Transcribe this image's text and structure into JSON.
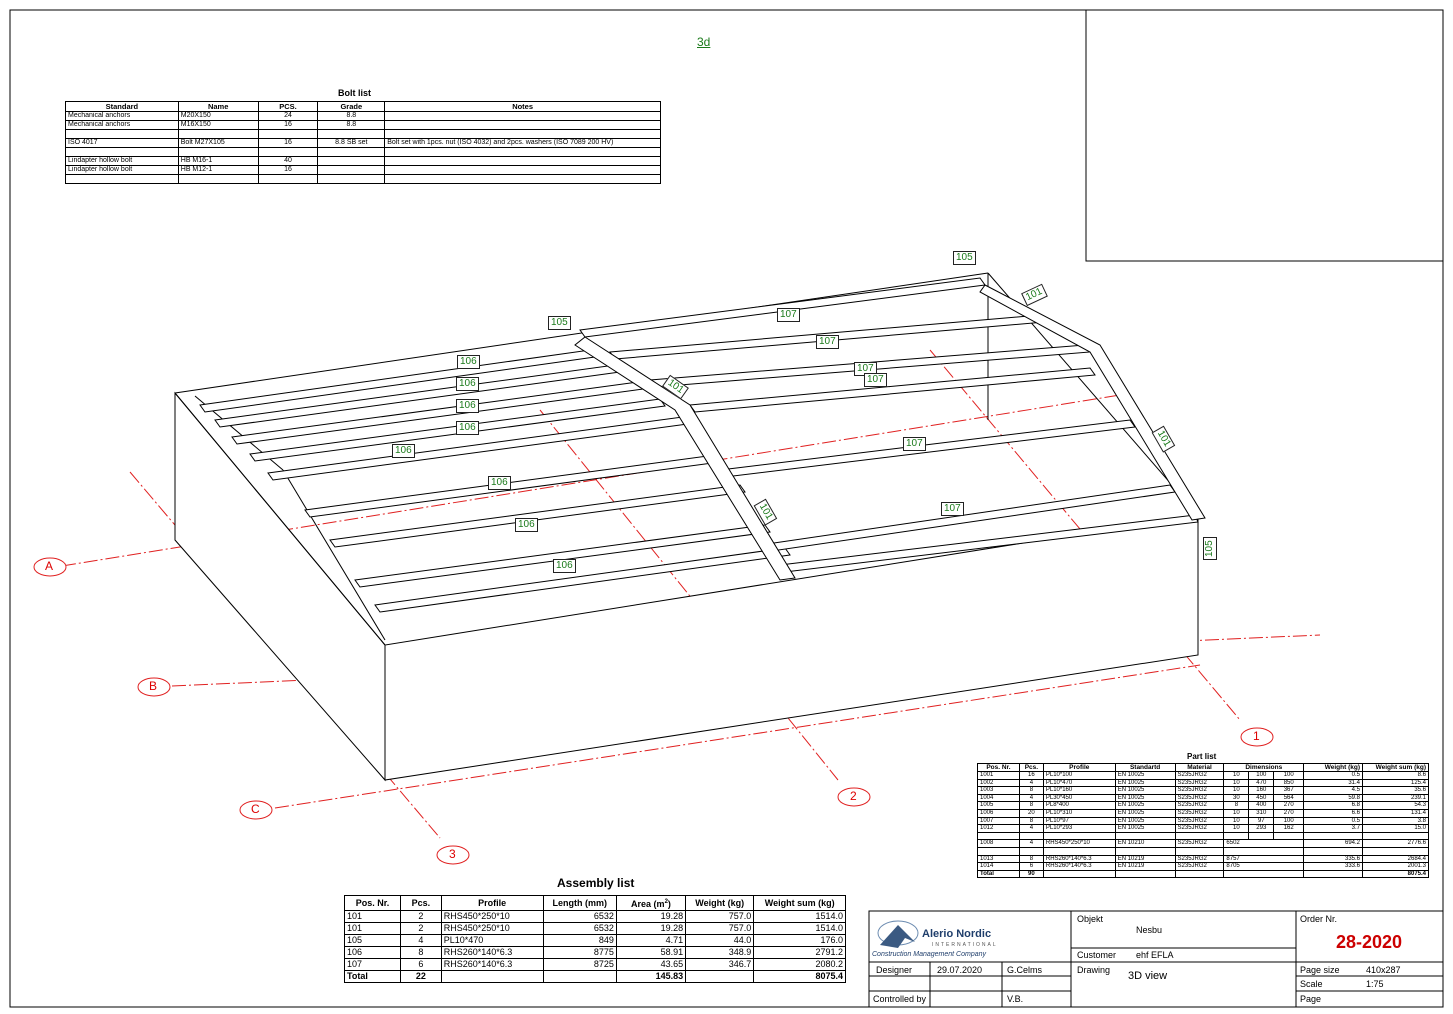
{
  "view_label": "3d",
  "bolt_list": {
    "title": "Bolt list",
    "headers": [
      "Standard",
      "Name",
      "PCS.",
      "Grade",
      "Notes"
    ],
    "rows": [
      [
        "Mechanical anchors",
        "M20X150",
        "24",
        "8.8",
        ""
      ],
      [
        "Mechanical anchors",
        "M16X150",
        "16",
        "8.8",
        ""
      ],
      [
        "",
        "",
        "",
        "",
        ""
      ],
      [
        "ISO 4017",
        "Bolt M27X105",
        "16",
        "8.8 SB set",
        "Bolt set with 1pcs. nut (ISO 4032) and 2pcs. washers (ISO 7089   200 HV)"
      ],
      [
        "",
        "",
        "",
        "",
        ""
      ],
      [
        "Lindapter hollow bolt",
        "HB M16-1",
        "40",
        "",
        ""
      ],
      [
        "Lindapter hollow bolt",
        "HB M12-1",
        "16",
        "",
        ""
      ],
      [
        "",
        "",
        "",
        "",
        ""
      ]
    ]
  },
  "part_list": {
    "title": "Part list",
    "headers": [
      "Pos. Nr.",
      "Pcs.",
      "Profile",
      "Standartd",
      "Material",
      "Dimensions",
      "Weight (kg)",
      "Weight sum (kg)"
    ],
    "rows": [
      [
        "1001",
        "16",
        "PL10*100",
        "EN 10025",
        "S235JRG2",
        "10",
        "100",
        "100",
        "0.5",
        "8.6"
      ],
      [
        "1002",
        "4",
        "PL10*470",
        "EN 10025",
        "S235JRG2",
        "10",
        "470",
        "850",
        "31.4",
        "125.4"
      ],
      [
        "1003",
        "8",
        "PL10*160",
        "EN 10025",
        "S235JRG2",
        "10",
        "160",
        "367",
        "4.5",
        "35.6"
      ],
      [
        "1004",
        "4",
        "PL30*450",
        "EN 10025",
        "S235JRG2",
        "30",
        "450",
        "564",
        "59.8",
        "239.1"
      ],
      [
        "1005",
        "8",
        "PL8*400",
        "EN 10025",
        "S235JRG2",
        "8",
        "400",
        "270",
        "6.8",
        "54.3"
      ],
      [
        "1006",
        "20",
        "PL10*310",
        "EN 10025",
        "S235JRG2",
        "10",
        "310",
        "270",
        "6.6",
        "131.4"
      ],
      [
        "1007",
        "8",
        "PL10*97",
        "EN 10025",
        "S235JRG2",
        "10",
        "97",
        "100",
        "0.5",
        "3.8"
      ],
      [
        "1012",
        "4",
        "PL10*293",
        "EN 10025",
        "S235JRG2",
        "10",
        "293",
        "162",
        "3.7",
        "15.0"
      ],
      [
        "",
        "",
        "",
        "",
        "",
        "",
        "",
        "",
        "",
        ""
      ],
      [
        "1008",
        "4",
        "RHS450*250*10",
        "EN 10210",
        "S235JRG2",
        "6502",
        "",
        "",
        "694.2",
        "2776.6"
      ],
      [
        "",
        "",
        "",
        "",
        "",
        "",
        "",
        "",
        "",
        ""
      ],
      [
        "1013",
        "8",
        "RHS260*140*6.3",
        "EN 10219",
        "S235JRG2",
        "8757",
        "",
        "",
        "335.6",
        "2684.4"
      ],
      [
        "1014",
        "6",
        "RHS260*140*6.3",
        "EN 10219",
        "S235JRG2",
        "8705",
        "",
        "",
        "333.6",
        "2001.3"
      ]
    ],
    "total_label": "Total",
    "total_pcs": "90",
    "total_weight": "8075.4"
  },
  "assembly_list": {
    "title": "Assembly list",
    "headers": [
      "Pos. Nr.",
      "Pcs.",
      "Profile",
      "Length (mm)",
      "Area (m",
      "Weight (kg)",
      "Weight sum (kg)"
    ],
    "area_sup": "2",
    "area_close": ")",
    "rows": [
      [
        "101",
        "2",
        "RHS450*250*10",
        "6532",
        "19.28",
        "757.0",
        "1514.0"
      ],
      [
        "101",
        "2",
        "RHS450*250*10",
        "6532",
        "19.28",
        "757.0",
        "1514.0"
      ],
      [
        "105",
        "4",
        "PL10*470",
        "849",
        "4.71",
        "44.0",
        "176.0"
      ],
      [
        "106",
        "8",
        "RHS260*140*6.3",
        "8775",
        "58.91",
        "348.9",
        "2791.2"
      ],
      [
        "107",
        "6",
        "RHS260*140*6.3",
        "8725",
        "43.65",
        "346.7",
        "2080.2"
      ]
    ],
    "total_label": "Total",
    "total_pcs": "22",
    "total_area": "145.83",
    "total_weight": "8075.4"
  },
  "title_block": {
    "company": "Alerio Nordic",
    "company_sub": "INTERNATIONAL",
    "company_tagline": "Construction Management Company",
    "objekt_label": "Objekt",
    "objekt_value": "Nesbu",
    "customer_label": "Customer",
    "customer_value": "ehf EFLA",
    "drawing_label": "Drawing",
    "drawing_value": "3D view",
    "designer_label": "Designer",
    "designer_date": "29.07.2020",
    "designer_name": "G.Celms",
    "controlled_label": "Controlled by",
    "controlled_name": "V.B.",
    "order_label": "Order Nr.",
    "order_value": "28-2020",
    "page_size_label": "Page size",
    "page_size_value": "410x287",
    "scale_label": "Scale",
    "scale_value": "1:75",
    "page_label": "Page",
    "page_value": ""
  },
  "axes": [
    "A",
    "B",
    "C",
    "1",
    "2",
    "3"
  ],
  "part_tags": [
    "105",
    "105",
    "105",
    "101",
    "101",
    "101",
    "101",
    "106",
    "106",
    "106",
    "106",
    "106",
    "106",
    "106",
    "106",
    "107",
    "107",
    "107",
    "107",
    "107",
    "107"
  ],
  "colors": {
    "tag_text": "#1a7a1a",
    "axis": "#dd0000",
    "order_number": "#cc0000"
  }
}
